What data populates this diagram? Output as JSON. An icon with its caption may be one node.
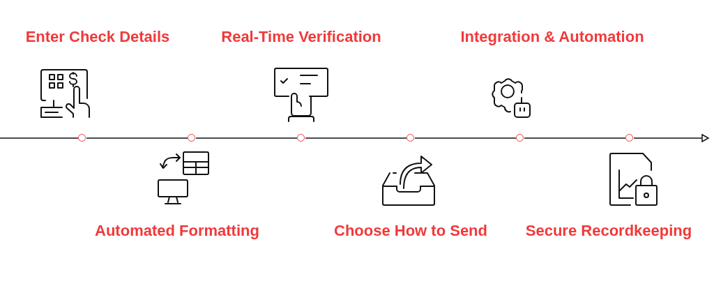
{
  "diagram": {
    "nodes": [
      {
        "text": [
          "Enter Check Details"
        ]
      },
      {
        "text": [
          "Automated Formatting"
        ]
      },
      {
        "text": [
          "Real-Time Verification"
        ]
      },
      {
        "text": [
          "Choose How to Send"
        ]
      },
      {
        "text": [
          "Integration & Automation"
        ]
      },
      {
        "text": [
          "Secure Recordkeeping"
        ]
      },
      {
        "text": [],
        "shape": "circle"
      },
      {
        "text": [],
        "shape": "circle"
      },
      {
        "text": [],
        "shape": "circle"
      },
      {
        "text": [],
        "shape": "circle"
      },
      {
        "text": [],
        "shape": "circle"
      },
      {
        "text": [],
        "shape": "circle"
      }
    ],
    "edges": [
      {
        "from": null,
        "to": 6,
        "arrow": "none"
      },
      {
        "from": 6,
        "to": 7,
        "arrow": "none"
      },
      {
        "from": 7,
        "to": 8,
        "arrow": "none"
      },
      {
        "from": 8,
        "to": 9,
        "arrow": "none"
      },
      {
        "from": 9,
        "to": 10,
        "arrow": "none"
      },
      {
        "from": 10,
        "to": 11,
        "arrow": "none"
      },
      {
        "from": 11,
        "to": null,
        "arrow": "to"
      }
    ]
  }
}
